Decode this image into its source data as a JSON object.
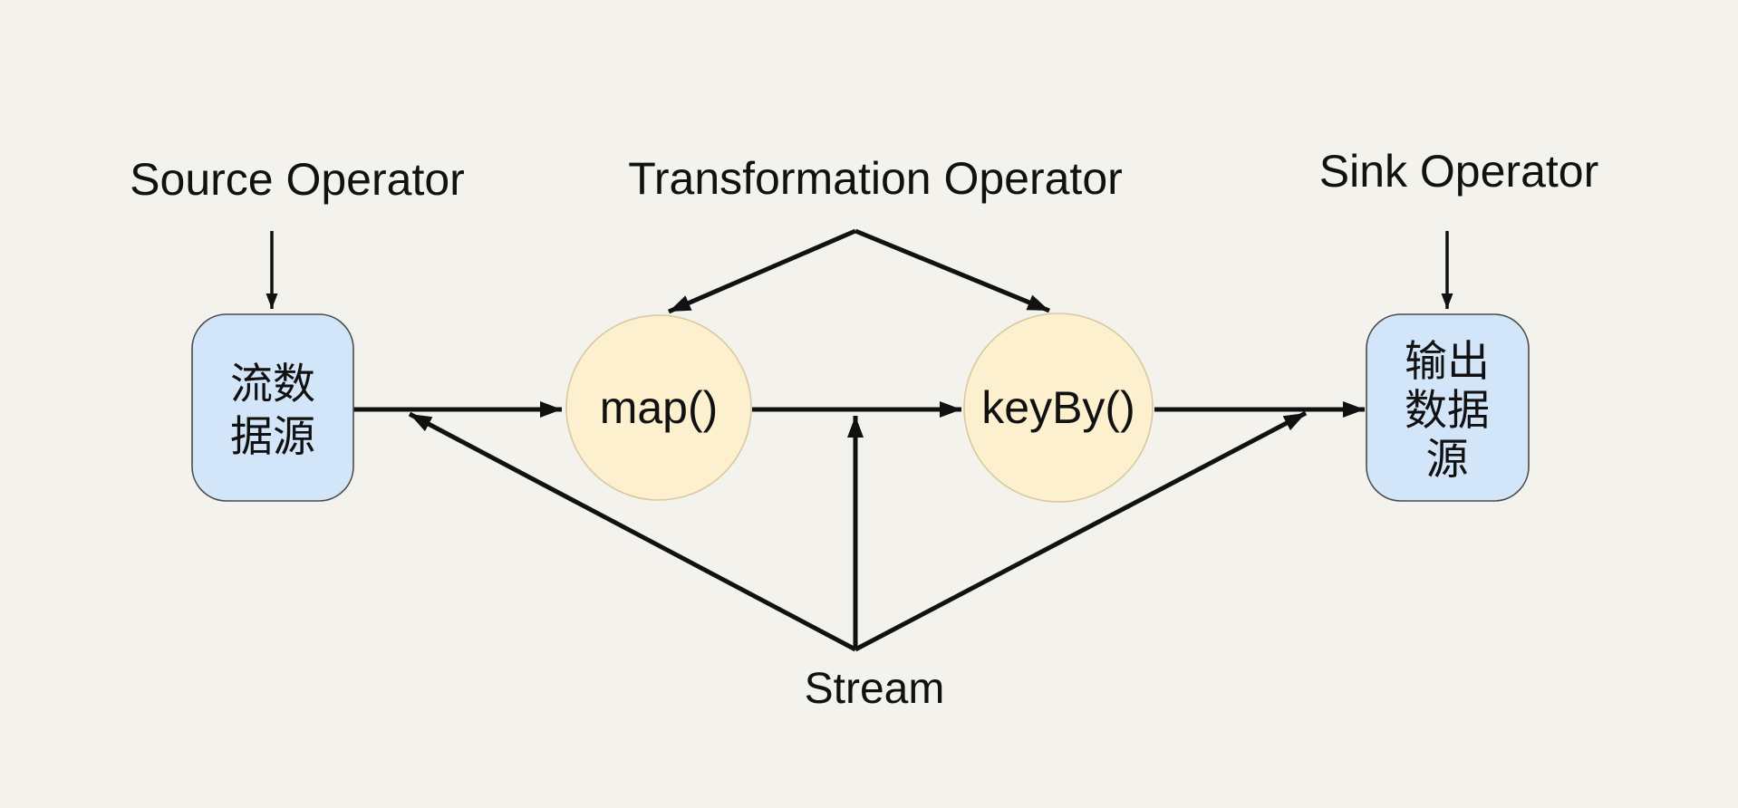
{
  "diagram": {
    "title": "Stream processing operators flow",
    "colors": {
      "background": "#f3f2ec",
      "node_box_fill": "#d3e5f8",
      "node_circle_fill": "#fdf0ce",
      "arrow": "#111111"
    },
    "labels": {
      "source_operator": "Source Operator",
      "transformation_operator": "Transformation Operator",
      "sink_operator": "Sink Operator",
      "stream": "Stream"
    },
    "nodes": {
      "source": {
        "shape": "rounded-rect",
        "line1": "流数",
        "line2": "据源"
      },
      "map": {
        "shape": "circle",
        "label": "map()"
      },
      "keyby": {
        "shape": "circle",
        "label": "keyBy()"
      },
      "sink": {
        "shape": "rounded-rect",
        "line1": "输出",
        "line2": "数据",
        "line3": "源"
      }
    },
    "edges": [
      {
        "from": "source-operator-label",
        "to": "source-node",
        "arrow": "down"
      },
      {
        "from": "transformation-operator-label",
        "to": "map-node",
        "arrow": "down-left"
      },
      {
        "from": "transformation-operator-label",
        "to": "keyby-node",
        "arrow": "down-right"
      },
      {
        "from": "sink-operator-label",
        "to": "sink-node",
        "arrow": "down"
      },
      {
        "from": "source-node",
        "to": "map-node",
        "arrow": "right"
      },
      {
        "from": "map-node",
        "to": "keyby-node",
        "arrow": "right"
      },
      {
        "from": "keyby-node",
        "to": "sink-node",
        "arrow": "right"
      },
      {
        "from": "stream-label",
        "to": "edge-source-map",
        "arrow": "up-left"
      },
      {
        "from": "stream-label",
        "to": "edge-map-keyby",
        "arrow": "up"
      },
      {
        "from": "stream-label",
        "to": "edge-keyby-sink",
        "arrow": "up-right"
      }
    ]
  }
}
